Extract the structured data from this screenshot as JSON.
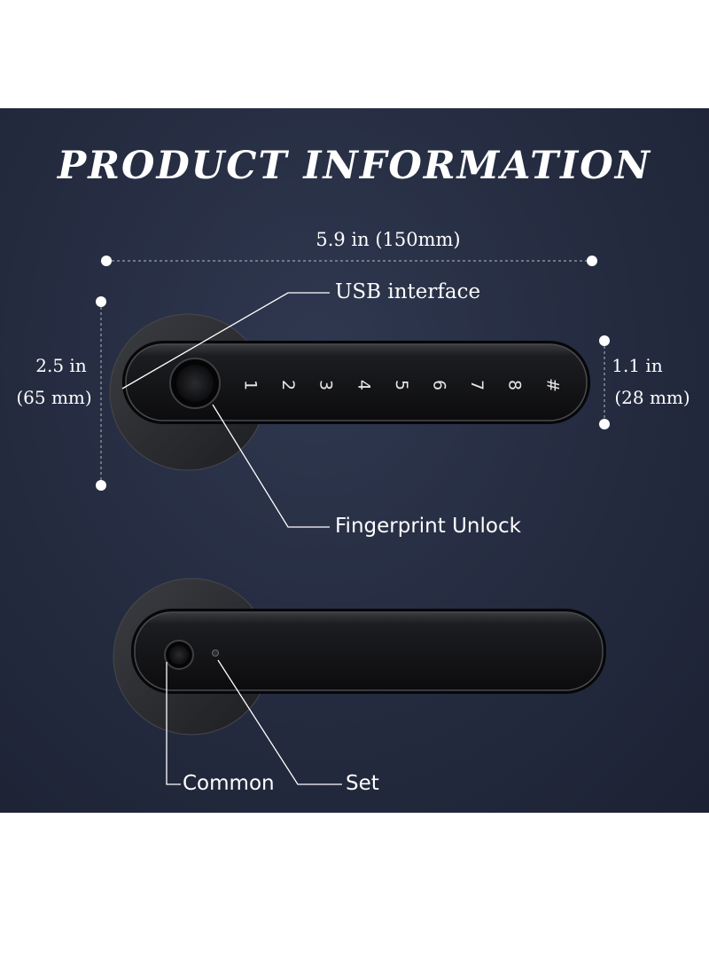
{
  "title": "PRODUCT INFORMATION",
  "dimensions": {
    "width": "5.9 in (150mm)",
    "height_in": "2.5 in",
    "height_mm": "(65 mm)",
    "handle_in": "1.1 in",
    "handle_mm": "(28 mm)"
  },
  "callouts": {
    "usb": "USB interface",
    "fingerprint": "Fingerprint Unlock",
    "common": "Common",
    "set": "Set"
  },
  "keypad": [
    "1",
    "2",
    "3",
    "4",
    "5",
    "6",
    "7",
    "8",
    "#"
  ],
  "colors": {
    "background": "#262d42",
    "text": "#ffffff",
    "lock_body": "#1a1a1c"
  }
}
